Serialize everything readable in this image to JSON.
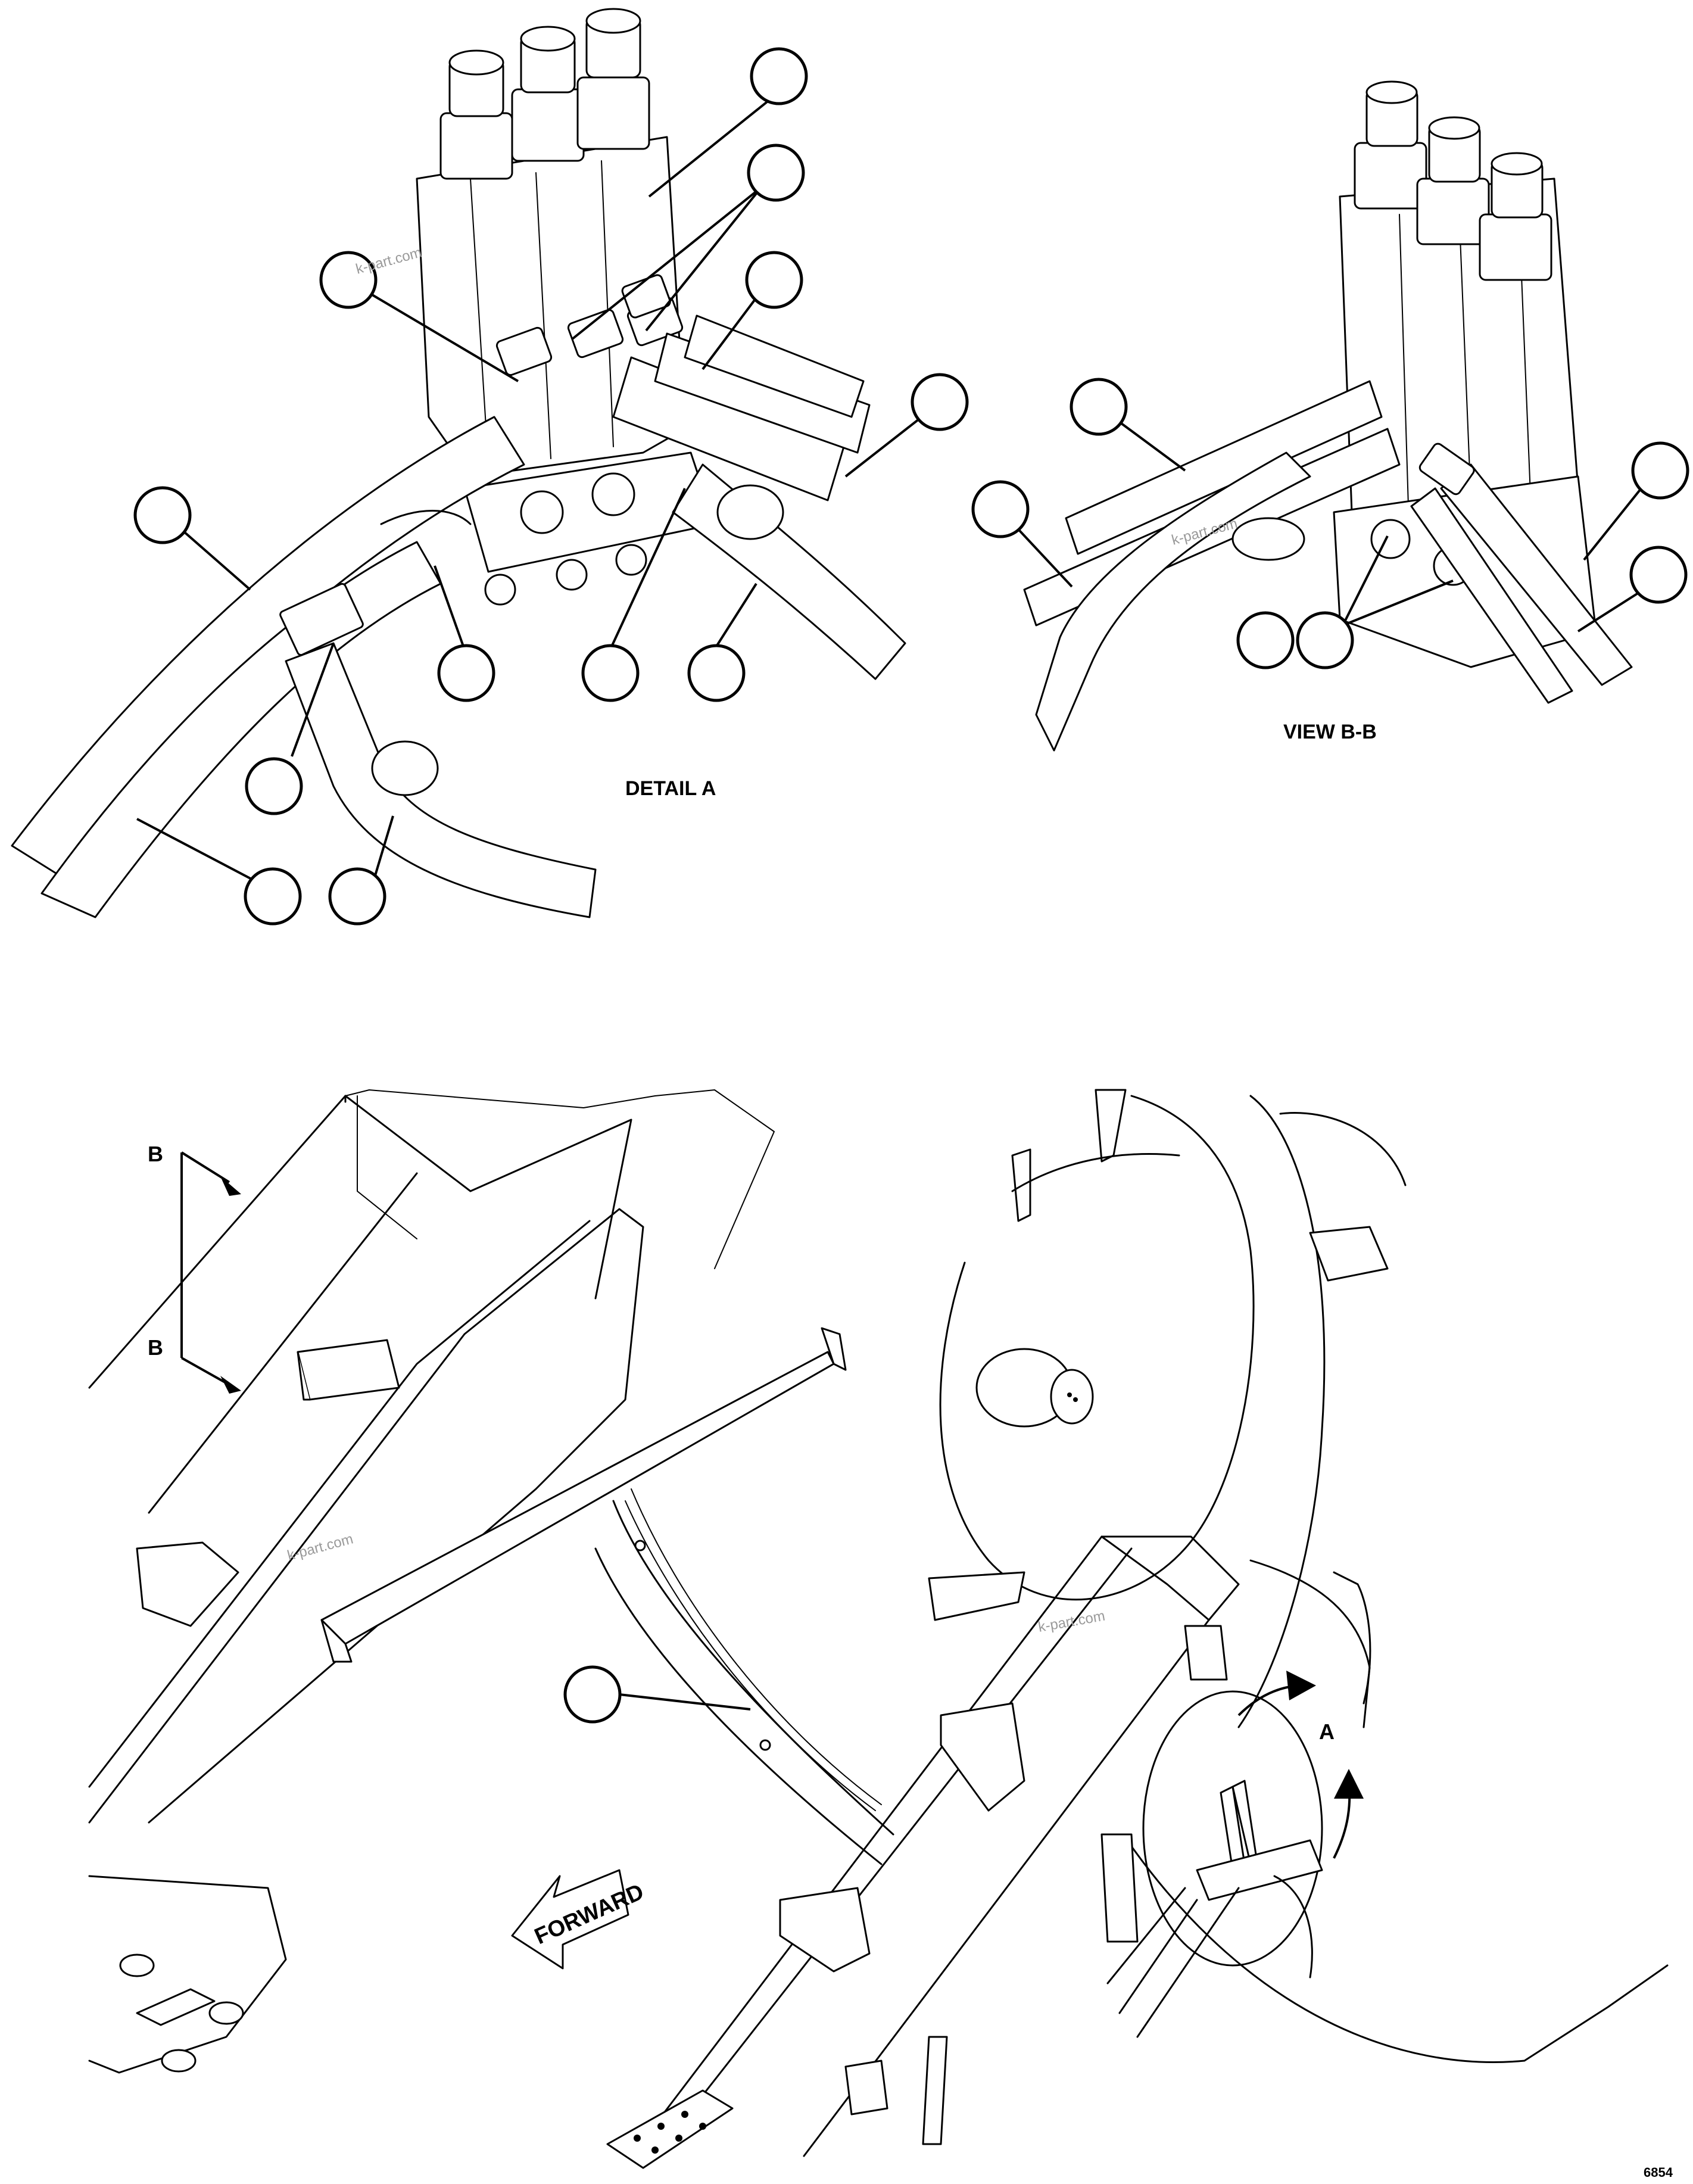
{
  "labels": {
    "detail_a": "DETAIL A",
    "view_bb": "VIEW B-B",
    "section_b_top": "B",
    "section_b_bottom": "B",
    "detail_marker": "A",
    "forward": "FORWARD",
    "drawing_number": "6854"
  },
  "watermark": "k-part.com"
}
